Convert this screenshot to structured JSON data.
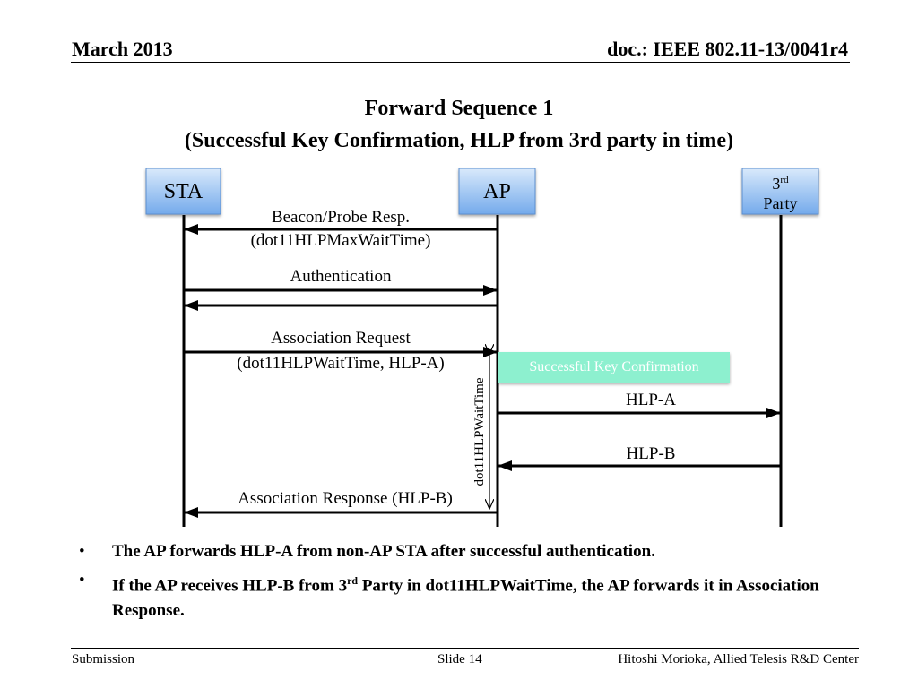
{
  "header": {
    "date": "March 2013",
    "doc_id": "doc.: IEEE 802.11-13/0041r4"
  },
  "title": {
    "line1": "Forward Sequence 1",
    "line2": "(Successful Key Confirmation, HLP from 3rd party in time)"
  },
  "diagram": {
    "entities": {
      "sta": "STA",
      "ap": "AP",
      "third_party_num": "3",
      "third_party_sup": "rd",
      "third_party_word": "Party"
    },
    "messages": {
      "beacon_line1": "Beacon/Probe Resp.",
      "beacon_line2": "(dot11HLPMaxWaitTime)",
      "authentication": "Authentication",
      "assoc_req_line1": "Association Request",
      "assoc_req_line2": "(dot11HLPWaitTime, HLP-A)",
      "key_confirmation": "Successful Key Confirmation",
      "hlp_a": "HLP-A",
      "hlp_b": "HLP-B",
      "wait_time": "dot11HLPWaitTime",
      "assoc_resp": "Association Response (HLP-B)"
    },
    "colors": {
      "entity_fill_top": "#d9e9fb",
      "entity_fill_bottom": "#74aaeb",
      "entity_border": "#5b8fd0",
      "key_box_fill": "#8df0cf",
      "key_box_text": "#ffffff"
    }
  },
  "bullets": {
    "b1": "The AP forwards HLP-A from non-AP STA after successful authentication.",
    "b2_pre": "If the AP receives HLP-B from 3",
    "b2_sup": "rd",
    "b2_post": " Party in dot11HLPWaitTime, the AP forwards it in Association Response."
  },
  "footer": {
    "left": "Submission",
    "center": "Slide 14",
    "right": "Hitoshi Morioka, Allied Telesis R&D Center"
  }
}
